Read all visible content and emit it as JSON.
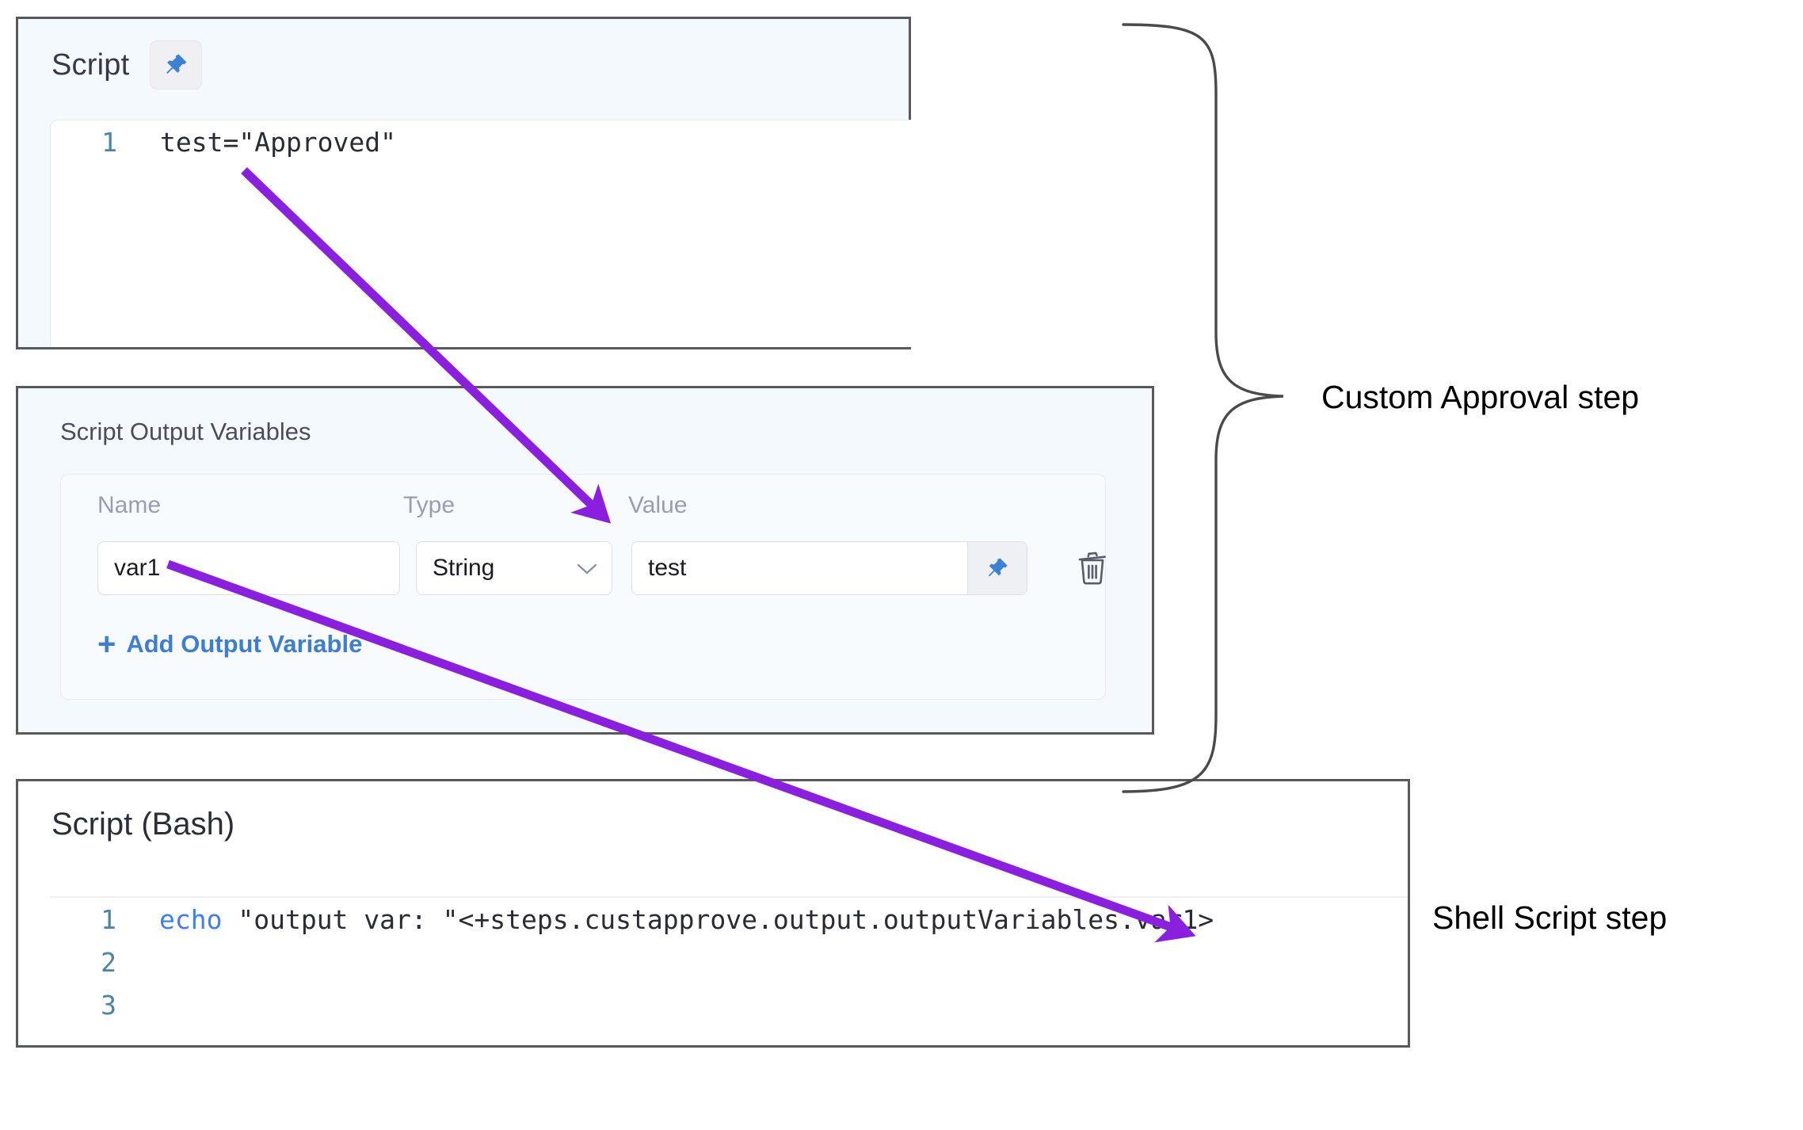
{
  "script_panel": {
    "title": "Script",
    "pin_icon": "pin-icon",
    "code": {
      "lines": [
        {
          "number": "1",
          "text": "test=\"Approved\""
        }
      ]
    }
  },
  "output_variables_panel": {
    "title": "Script Output Variables",
    "columns": [
      "Name",
      "Type",
      "Value"
    ],
    "rows": [
      {
        "name": "var1",
        "type": "String",
        "value": "test",
        "pin_icon": "pin-icon",
        "delete_icon": "trash-icon",
        "chevron_icon": "chevron-down-icon"
      }
    ],
    "add_label": "Add Output Variable",
    "add_plus": "+"
  },
  "bash_panel": {
    "title": "Script (Bash)",
    "code": {
      "lines": [
        {
          "number": "1",
          "keyword": "echo",
          "text": " \"output var: \"<+steps.custapprove.output.outputVariables.var1>"
        },
        {
          "number": "2",
          "keyword": "",
          "text": ""
        },
        {
          "number": "3",
          "keyword": "",
          "text": ""
        }
      ]
    }
  },
  "annotations": {
    "custom_approval": "Custom Approval step",
    "shell_script": "Shell Script step",
    "arrow_color": "#8A1FE0",
    "brace_color": "#4a4a4a"
  },
  "colors": {
    "panel_border": "#58595b",
    "panel_bg_light_blue": "#f4f9fd",
    "link_blue": "#3d7dd8",
    "keyword_blue": "#3d7eff",
    "gutter_blue": "#4a84a8",
    "pin_blue": "#3b82d6"
  }
}
